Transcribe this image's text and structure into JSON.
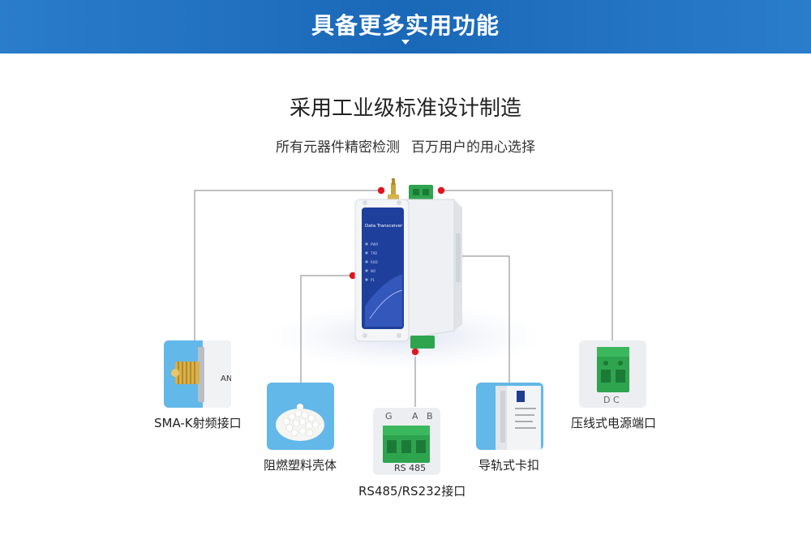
{
  "banner": {
    "title": "具备更多实用功能"
  },
  "heading": "采用工业级标准设计制造",
  "subheading": {
    "part1": "所有元器件精密检测",
    "part2": "百万用户的用心选择"
  },
  "device": {
    "face_text": "Data Transceiver",
    "leds": [
      "PWR",
      "TXD",
      "RXD",
      "NO",
      "P1"
    ]
  },
  "features": [
    {
      "label": "SMA-K射频接口",
      "icon": "sma-connector-icon"
    },
    {
      "label": "阻燃塑料壳体",
      "icon": "plastic-pellets-icon"
    },
    {
      "label": "RS485/RS232接口",
      "icon": "rs485-terminal-icon"
    },
    {
      "label": "导轨式卡扣",
      "icon": "din-rail-clip-icon"
    },
    {
      "label": "压线式电源端口",
      "icon": "dc-terminal-icon"
    }
  ],
  "rs485_pins": [
    "G",
    "A",
    "B"
  ],
  "rs485_caption": "RS 485",
  "dc_caption": "D C",
  "side_partial_text": "AN",
  "colors": {
    "banner": "#1a68b8",
    "dot": "#e0151f",
    "terminal": "#2ea44f",
    "card_bg": "#62b8e8"
  }
}
